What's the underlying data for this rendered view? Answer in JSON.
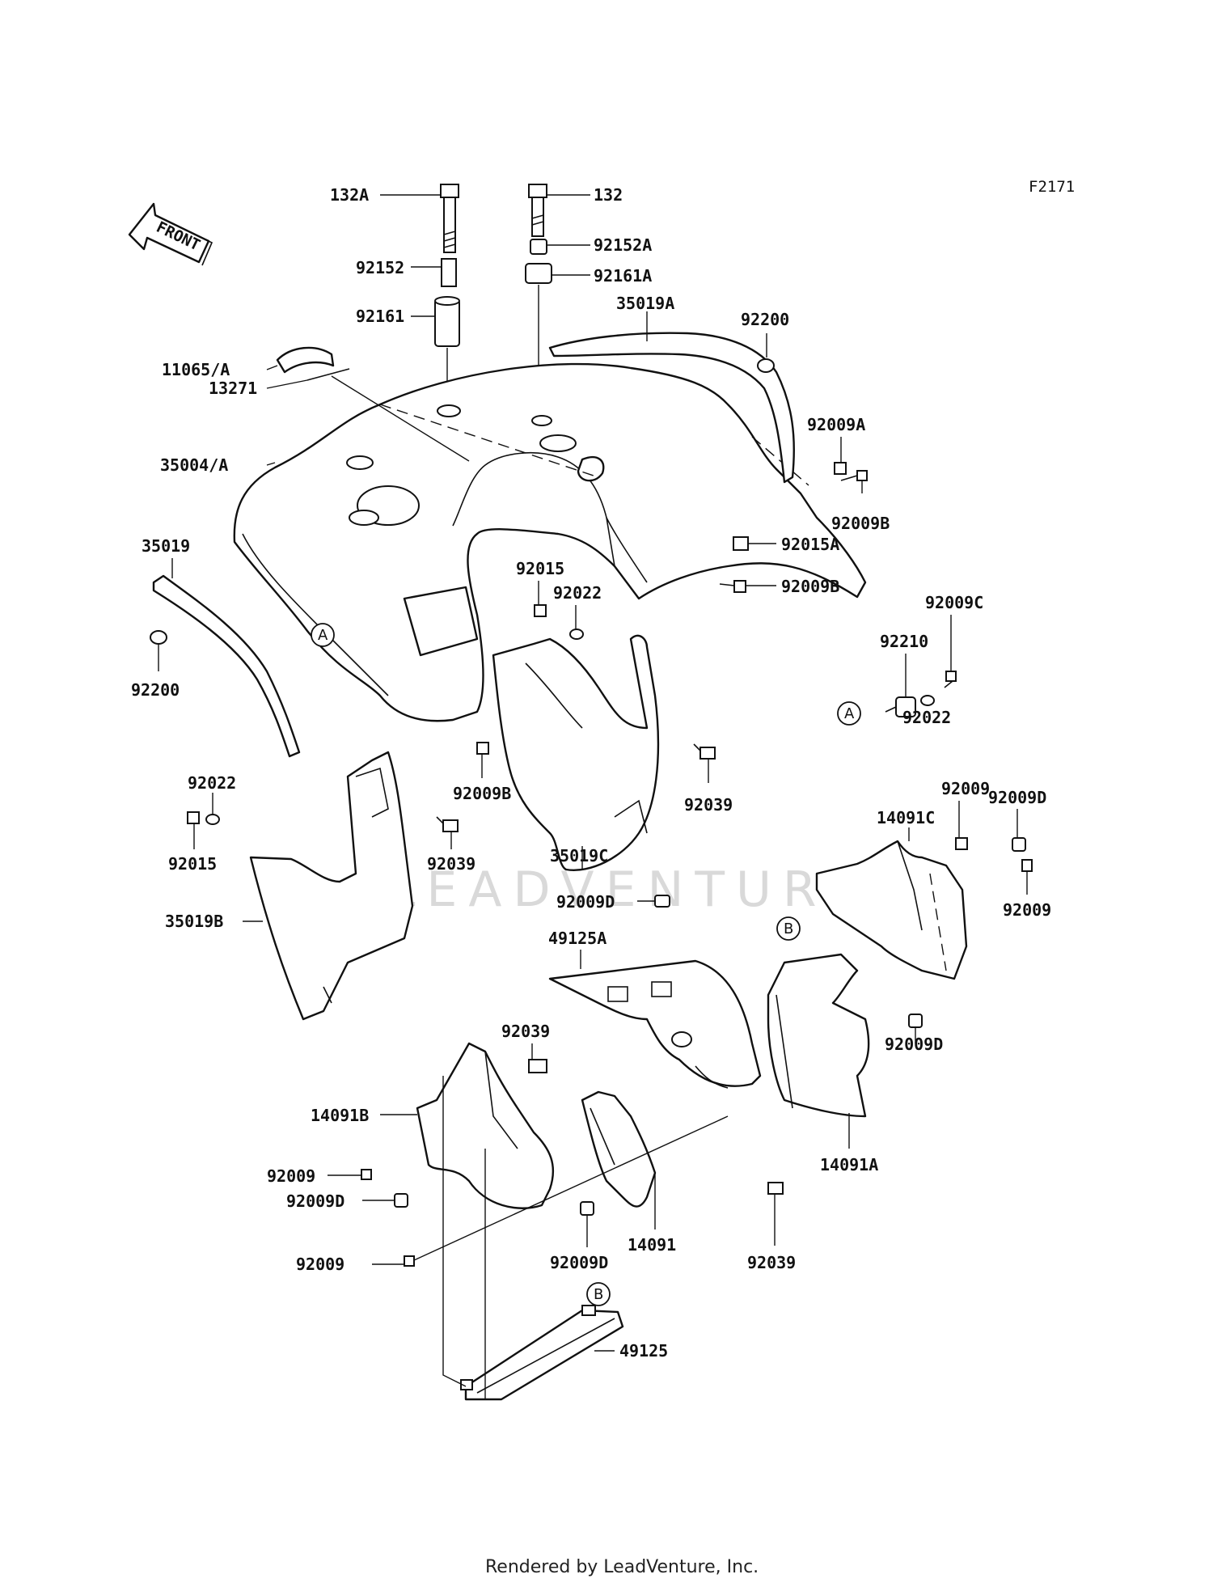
{
  "diagram_code": "F2171",
  "front_label": "FRONT",
  "watermark": "LEADVENTURE",
  "footer": "Rendered by LeadVenture, Inc.",
  "markers": [
    "A",
    "A",
    "B",
    "B"
  ],
  "labels": {
    "l132A": "132A",
    "l132": "132",
    "l92152": "92152",
    "l92152A": "92152A",
    "l92161": "92161",
    "l92161A": "92161A",
    "l35019A": "35019A",
    "l92200a": "92200",
    "l11065A": "11065/A",
    "l13271": "13271",
    "l92009A": "92009A",
    "l35004A": "35004/A",
    "l92009Ba": "92009B",
    "l35019": "35019",
    "l92015a": "92015",
    "l92022a": "92022",
    "l92015A": "92015A",
    "l92009Bb": "92009B",
    "l92009Ca": "92009C",
    "l92210": "92210",
    "l92200b": "92200",
    "l92022b": "92022",
    "l92009Bc": "92009B",
    "l92039a": "92039",
    "l92022c": "92022",
    "l92015b": "92015",
    "l92039b": "92039",
    "l35019C": "35019C",
    "l92009a": "92009",
    "l14091C": "14091C",
    "l92009Da": "92009D",
    "l35019B": "35019B",
    "l92009Db": "92009D",
    "l92009b": "92009",
    "l49125A": "49125A",
    "l92039c": "92039",
    "l92009Dc": "92009D",
    "l14091B": "14091B",
    "l14091A": "14091A",
    "l92009c": "92009",
    "l92009Dd": "92009D",
    "l92009De": "92009D",
    "l14091": "14091",
    "l92039d": "92039",
    "l92009d": "92009",
    "l49125": "49125"
  }
}
